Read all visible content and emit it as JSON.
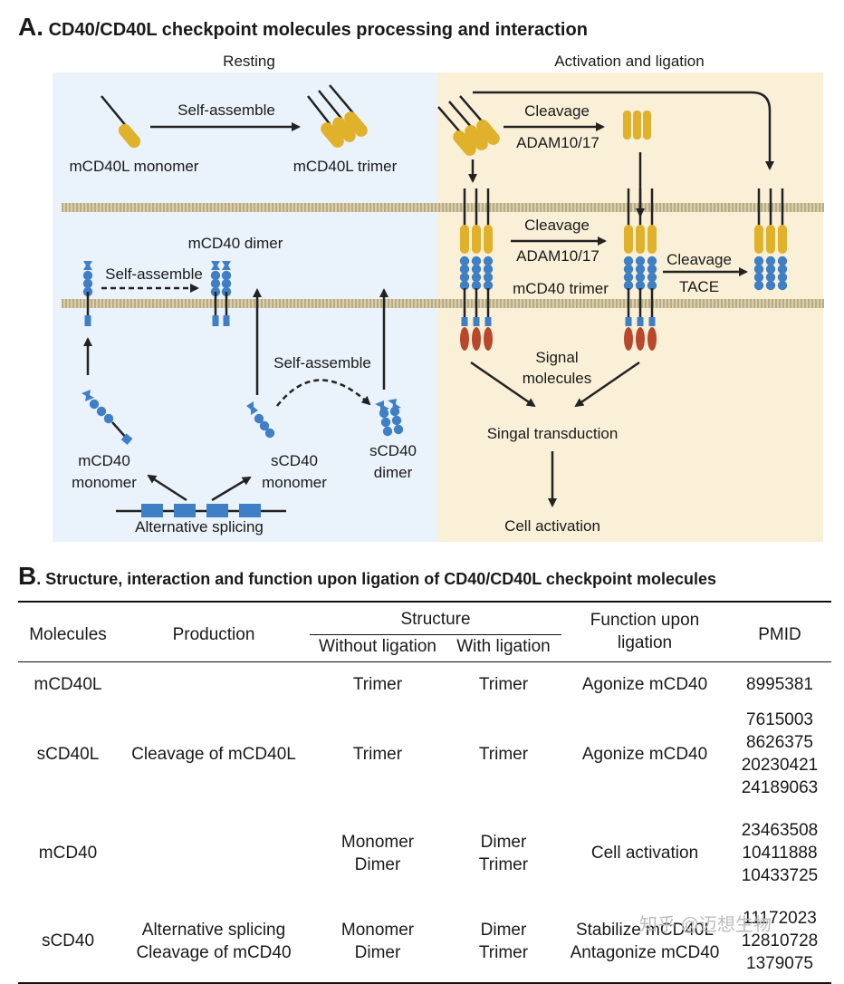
{
  "panel_a": {
    "letter": "A.",
    "title": "CD40/CD40L checkpoint molecules processing and interaction",
    "left_header": "Resting",
    "right_header": "Activation and ligation",
    "labels": {
      "self_assemble_top": "Self-assemble",
      "mcd40l_monomer": "mCD40L monomer",
      "mcd40l_trimer": "mCD40L trimer",
      "mcd40_dimer": "mCD40 dimer",
      "self_assemble_left": "Self-assemble",
      "self_assemble_mid": "Self-assemble",
      "mcd40_monomer": "mCD40\nmonomer",
      "scd40_monomer": "sCD40\nmonomer",
      "scd40_dimer": "sCD40\ndimer",
      "alternative_splicing": "Alternative splicing",
      "cleavage1": "Cleavage",
      "adam1": "ADAM10/17",
      "cleavage2": "Cleavage",
      "adam2": "ADAM10/17",
      "cleavage3": "Cleavage",
      "tace": "TACE",
      "mcd40_trimer": "mCD40 trimer",
      "signal_molecules": "Signal\nmolecules",
      "singal_transduction": "Singal transduction",
      "cell_activation": "Cell activation"
    }
  },
  "panel_b": {
    "letter": "B",
    "title": ". Structure, interaction and function upon ligation of CD40/CD40L checkpoint molecules",
    "headers": {
      "molecules": "Molecules",
      "production": "Production",
      "structure": "Structure",
      "without": "Without ligation",
      "with": "With ligation",
      "function": "Function upon\nligation",
      "pmid": "PMID"
    },
    "rows": [
      {
        "molecule": "mCD40L",
        "production": "",
        "without": "Trimer",
        "with": "Trimer",
        "function": "Agonize mCD40",
        "pmid": "8995381"
      },
      {
        "molecule": "sCD40L",
        "production": "Cleavage of mCD40L",
        "without": "Trimer",
        "with": "Trimer",
        "function": "Agonize mCD40",
        "pmid": "7615003\n8626375\n20230421\n24189063"
      },
      {
        "molecule": "mCD40",
        "production": "",
        "without": "Monomer\nDimer",
        "with": "Dimer\nTrimer",
        "function": "Cell activation",
        "pmid": "23463508\n10411888\n10433725"
      },
      {
        "molecule": "sCD40",
        "production": "Alternative splicing\nCleavage of mCD40",
        "without": "Monomer\nDimer",
        "with": "Dimer\nTrimer",
        "function": "Stabilize mCD40L\nAntagonize mCD40",
        "pmid": "11172023\n12810728\n1379075"
      }
    ]
  },
  "watermark": "知乎 @迈想生物",
  "colors": {
    "resting_bg": "#eaf3fb",
    "activation_bg": "#faf0d8",
    "cd40l_gold": "#e0b12b",
    "cd40_blue": "#3f7fc6",
    "intracellular_red": "#b8472b",
    "membrane": "#c9bd9a"
  }
}
